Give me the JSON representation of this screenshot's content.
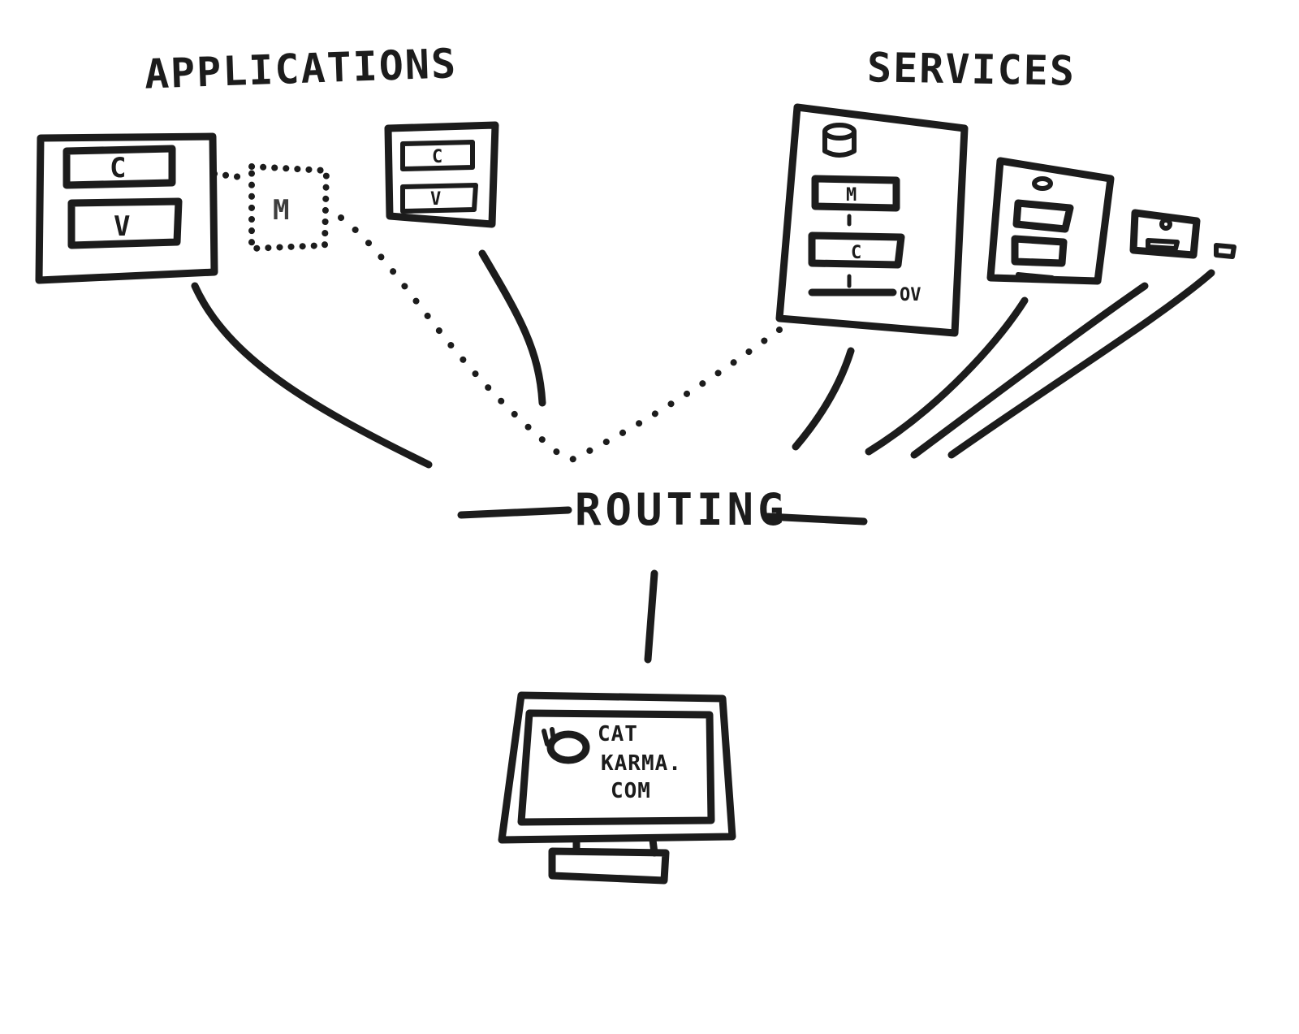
{
  "labels": {
    "applications": "APPLICATIONS",
    "services": "SERVICES",
    "routing": "ROUTING"
  },
  "applications": [
    {
      "top_letter": "C",
      "bottom_letter": "V"
    },
    {
      "shared_letter": "M"
    },
    {
      "top_letter": "C",
      "bottom_letter": "V"
    }
  ],
  "services": [
    {
      "top_letter": "M",
      "bottom_letter": "C",
      "footer_letters": "OV"
    }
  ],
  "client": {
    "screen_lines": [
      "CAT",
      "KARMA.",
      "COM"
    ]
  },
  "colors": {
    "ink": "#1c1c1c",
    "paper": "#ffffff"
  }
}
